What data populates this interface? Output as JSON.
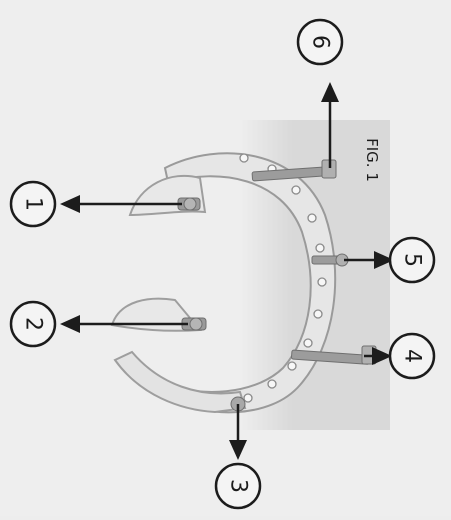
{
  "figure": {
    "label": "FIG. 1",
    "callouts": [
      "1",
      "2",
      "3",
      "4",
      "5",
      "6"
    ]
  },
  "colors": {
    "paper": "#eeeeee",
    "panel": "#dcdcdc",
    "ring": "#e4e4e4",
    "ring_edge": "#9a9a9a",
    "bolt": "#8f8f8f",
    "ink": "#1c1c1c"
  }
}
